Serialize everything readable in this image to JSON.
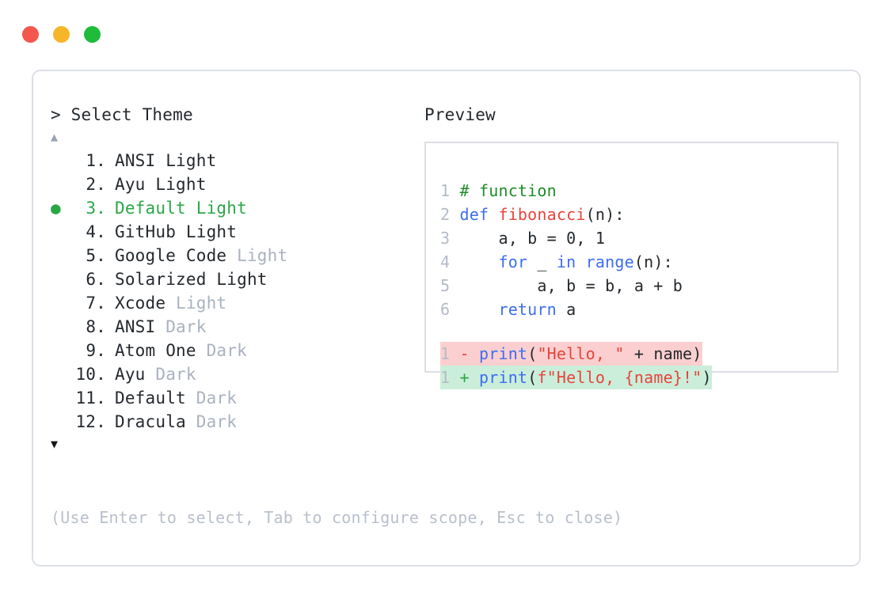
{
  "window": {
    "buttons": [
      {
        "name": "close",
        "color": "#f3574e"
      },
      {
        "name": "minimize",
        "color": "#f7b52a"
      },
      {
        "name": "maximize",
        "color": "#1ebc3a"
      }
    ]
  },
  "prompt": {
    "marker": ">",
    "label": "Select Theme",
    "text": "> Select Theme"
  },
  "scroll": {
    "up_arrow": "▲",
    "down_arrow": "▼"
  },
  "theme_list": {
    "selected_index": 3,
    "selected_bullet": "●",
    "items": [
      {
        "number": "1.",
        "name": "ANSI Light",
        "variant": "",
        "selected": false
      },
      {
        "number": "2.",
        "name": "Ayu Light",
        "variant": "",
        "selected": false
      },
      {
        "number": "3.",
        "name": "Default Light",
        "variant": "",
        "selected": true
      },
      {
        "number": "4.",
        "name": "GitHub Light",
        "variant": "",
        "selected": false
      },
      {
        "number": "5.",
        "name": "Google Code",
        "variant": "Light",
        "selected": false
      },
      {
        "number": "6.",
        "name": "Solarized Light",
        "variant": "",
        "selected": false
      },
      {
        "number": "7.",
        "name": "Xcode",
        "variant": "Light",
        "selected": false
      },
      {
        "number": "8.",
        "name": "ANSI",
        "variant": "Dark",
        "selected": false
      },
      {
        "number": "9.",
        "name": "Atom One",
        "variant": "Dark",
        "selected": false
      },
      {
        "number": "10.",
        "name": "Ayu",
        "variant": "Dark",
        "selected": false
      },
      {
        "number": "11.",
        "name": "Default",
        "variant": "Dark",
        "selected": false
      },
      {
        "number": "12.",
        "name": "Dracula",
        "variant": "Dark",
        "selected": false
      }
    ]
  },
  "hint": {
    "text": "(Use Enter to select, Tab to configure scope, Esc to close)"
  },
  "preview": {
    "title": "Preview",
    "code_lines": [
      {
        "ln": "1",
        "tokens": [
          {
            "t": "# function",
            "c": "comment"
          }
        ]
      },
      {
        "ln": "2",
        "tokens": [
          {
            "t": "def ",
            "c": "kw"
          },
          {
            "t": "fibonacci",
            "c": "fn"
          },
          {
            "t": "(n):",
            "c": "plain"
          }
        ]
      },
      {
        "ln": "3",
        "tokens": [
          {
            "t": "    a, b = 0, 1",
            "c": "plain"
          }
        ]
      },
      {
        "ln": "4",
        "tokens": [
          {
            "t": "    ",
            "c": "plain"
          },
          {
            "t": "for",
            "c": "kw"
          },
          {
            "t": " _ ",
            "c": "plain"
          },
          {
            "t": "in range",
            "c": "kw"
          },
          {
            "t": "(n):",
            "c": "plain"
          }
        ]
      },
      {
        "ln": "5",
        "tokens": [
          {
            "t": "        a, b = b, a + b",
            "c": "plain"
          }
        ]
      },
      {
        "ln": "6",
        "tokens": [
          {
            "t": "    ",
            "c": "plain"
          },
          {
            "t": "return",
            "c": "kw"
          },
          {
            "t": " a",
            "c": "plain"
          }
        ]
      }
    ],
    "diff_lines": [
      {
        "ln": "1",
        "sign": "-",
        "kind": "deleted",
        "tokens": [
          {
            "t": "print",
            "c": "kw"
          },
          {
            "t": "(",
            "c": "plain"
          },
          {
            "t": "\"Hello, \"",
            "c": "str"
          },
          {
            "t": " + name)",
            "c": "plain"
          }
        ]
      },
      {
        "ln": "1",
        "sign": "+",
        "kind": "added",
        "tokens": [
          {
            "t": "print",
            "c": "kw"
          },
          {
            "t": "(",
            "c": "plain"
          },
          {
            "t": "f\"Hello, {name}!\"",
            "c": "str"
          },
          {
            "t": ")",
            "c": "plain"
          }
        ]
      }
    ]
  },
  "colors": {
    "accent_green": "#2aa745",
    "muted": "#aab2c0",
    "text": "#24292e",
    "comment": "#1f8c28",
    "keyword": "#3d6df0",
    "function": "#e8443c",
    "string": "#e8443c",
    "diff_del_bg": "#fbcfcf",
    "diff_add_bg": "#caeeda",
    "line_number": "#b4bbc6",
    "border": "#dcdfe6"
  }
}
